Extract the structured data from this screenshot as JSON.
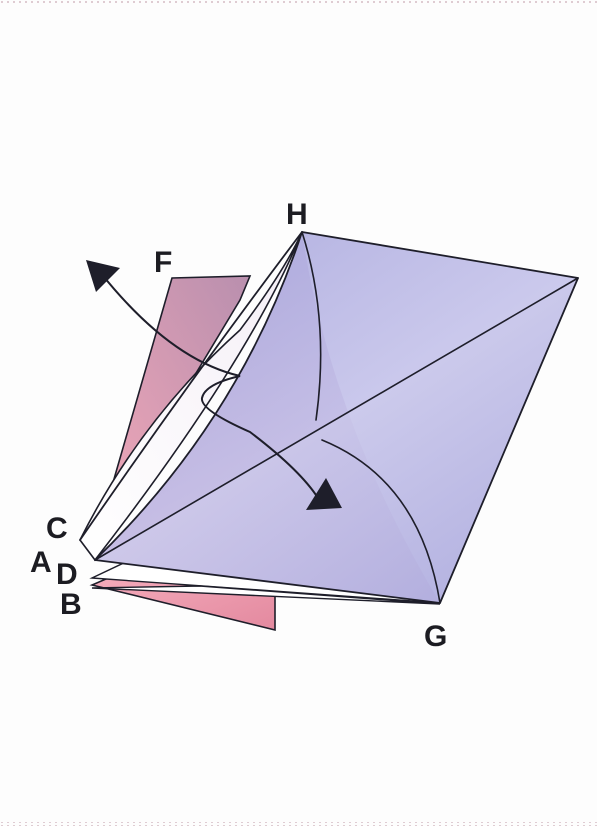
{
  "diagram": {
    "labels": {
      "H": "H",
      "F": "F",
      "C": "C",
      "A": "A",
      "D": "D",
      "B": "B",
      "G": "G"
    },
    "colors": {
      "pink_light": "#f6b9c4",
      "pink_mid": "#e48fa6",
      "rose_dark": "#b58aa8",
      "lavender": "#dcdaf3",
      "periwinkle": "#9f9fd6",
      "line": "#1e1e2a",
      "border_dots": "#c9a9b4"
    }
  }
}
